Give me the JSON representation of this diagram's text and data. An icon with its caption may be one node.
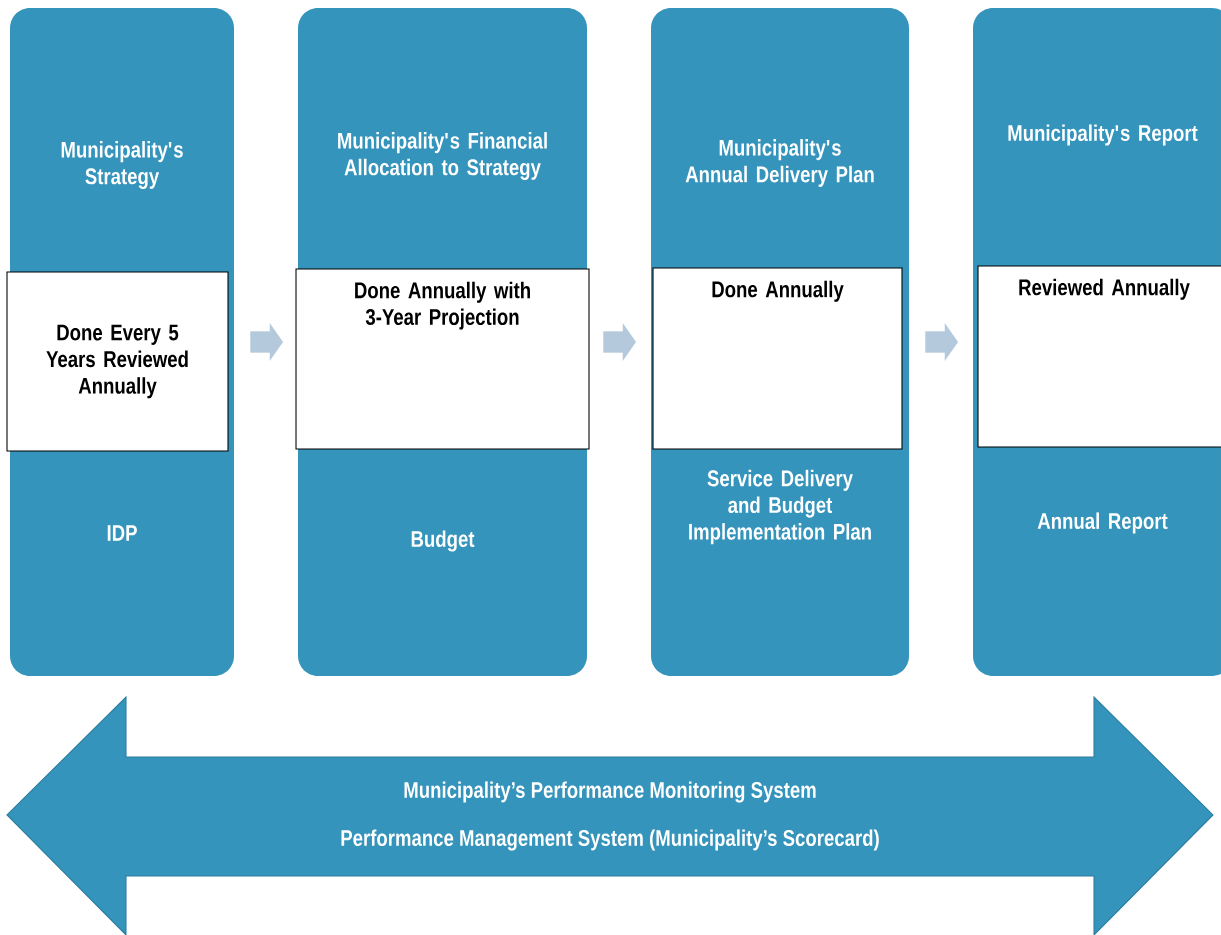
{
  "diagram": {
    "nodes": [
      {
        "text": [
          "Municipality's Strategy",
          "IDP"
        ]
      },
      {
        "text": [
          "Done Every 5 Years Reviewed Annually"
        ],
        "in": 0
      },
      {
        "text": [
          "Municipality's Financial Allocation to Strategy",
          "Budget"
        ]
      },
      {
        "text": [
          "Done Annually with 3-Year Projection"
        ],
        "in": 2
      },
      {
        "text": [
          "Municipality's Annual Delivery Plan",
          "Service Delivery and Budget Implementation Plan"
        ]
      },
      {
        "text": [
          "Done Annually"
        ],
        "in": 4
      },
      {
        "text": [
          "Municipality's Report",
          "Annual Report"
        ]
      },
      {
        "text": [
          "Reviewed Annually"
        ],
        "in": 6
      },
      {
        "text": [
          "Municipality’s Performance Monitoring System",
          "Performance Management System (Municipality’s Scorecard)"
        ]
      }
    ],
    "edges": [
      {
        "from": 0,
        "to": 2,
        "arrow": "to"
      },
      {
        "from": 2,
        "to": 4,
        "arrow": "to"
      },
      {
        "from": 4,
        "to": 6,
        "arrow": "to"
      }
    ]
  }
}
